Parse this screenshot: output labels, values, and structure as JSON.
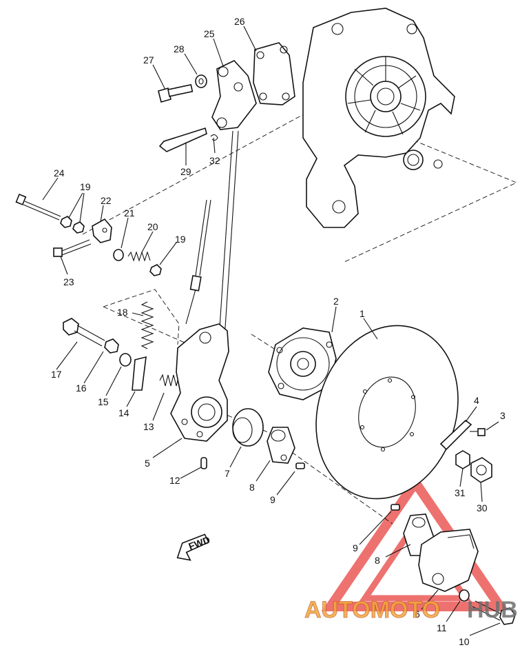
{
  "callouts": [
    {
      "id": "c1",
      "text": "1"
    },
    {
      "id": "c2",
      "text": "2"
    },
    {
      "id": "c3",
      "text": "3"
    },
    {
      "id": "c4",
      "text": "4"
    },
    {
      "id": "c5",
      "text": "5"
    },
    {
      "id": "c6",
      "text": "6"
    },
    {
      "id": "c7",
      "text": "7"
    },
    {
      "id": "c8a",
      "text": "8"
    },
    {
      "id": "c8b",
      "text": "8"
    },
    {
      "id": "c9a",
      "text": "9"
    },
    {
      "id": "c9b",
      "text": "9"
    },
    {
      "id": "c10",
      "text": "10"
    },
    {
      "id": "c11",
      "text": "11"
    },
    {
      "id": "c12",
      "text": "12"
    },
    {
      "id": "c13",
      "text": "13"
    },
    {
      "id": "c14",
      "text": "14"
    },
    {
      "id": "c15",
      "text": "15"
    },
    {
      "id": "c16",
      "text": "16"
    },
    {
      "id": "c17",
      "text": "17"
    },
    {
      "id": "c18",
      "text": "18"
    },
    {
      "id": "c19a",
      "text": "19"
    },
    {
      "id": "c19b",
      "text": "19"
    },
    {
      "id": "c20",
      "text": "20"
    },
    {
      "id": "c21",
      "text": "21"
    },
    {
      "id": "c22",
      "text": "22"
    },
    {
      "id": "c23",
      "text": "23"
    },
    {
      "id": "c24",
      "text": "24"
    },
    {
      "id": "c25",
      "text": "25"
    },
    {
      "id": "c26",
      "text": "26"
    },
    {
      "id": "c27",
      "text": "27"
    },
    {
      "id": "c28",
      "text": "28"
    },
    {
      "id": "c29",
      "text": "29"
    },
    {
      "id": "c30",
      "text": "30"
    },
    {
      "id": "c31",
      "text": "31"
    },
    {
      "id": "c32",
      "text": "32"
    }
  ],
  "fwd_label": "FWD",
  "watermark": {
    "part1": "AUTOMOTO",
    "part2": "HUB",
    "color_red": "#e8433f",
    "color_orange": "#f2a83b",
    "color_gray": "#6f6f6f"
  }
}
